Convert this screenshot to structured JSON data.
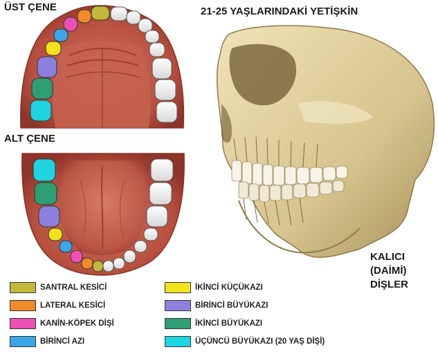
{
  "title": "21-25 YAŞLARINDAKİ YETİŞKİN",
  "upper_jaw_label": "ÜST ÇENE",
  "lower_jaw_label": "ALT ÇENE",
  "teeth_type": [
    "KALICI",
    "(DAİMİ)",
    "DİŞLER"
  ],
  "legend": {
    "left": [
      {
        "label": "SANTRAL KESİCİ",
        "color": "#c4b83a"
      },
      {
        "label": "LATERAL KESİCİ",
        "color": "#f08a2a"
      },
      {
        "label": "KANİN-KÖPEK DİŞİ",
        "color": "#ee4fb6"
      },
      {
        "label": "BİRİNCİ AZI",
        "color": "#3aa6e8"
      }
    ],
    "right": [
      {
        "label": "İKİNCİ KÜÇÜKAZI",
        "color": "#f2e21c"
      },
      {
        "label": "BİRİNCİ BÜYÜKAZI",
        "color": "#8b80dd"
      },
      {
        "label": "İKİNCİ BÜYÜKAZI",
        "color": "#2e9e74"
      },
      {
        "label": "ÜÇÜNCÜ BÜYÜKAZI (20 YAŞ DİŞİ)",
        "color": "#1ed4df"
      }
    ]
  }
}
